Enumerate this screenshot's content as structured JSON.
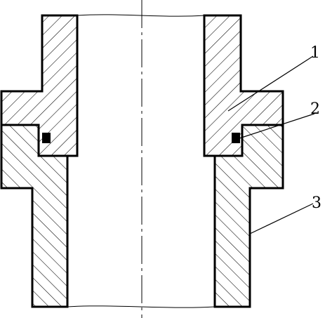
{
  "diagram": {
    "kind": "mechanical cross-section of a pipe coupling",
    "callouts": [
      {
        "id": "callout-1",
        "label": "1"
      },
      {
        "id": "callout-2",
        "label": "2"
      },
      {
        "id": "callout-3",
        "label": "3"
      }
    ],
    "colors": {
      "outline": "#000000",
      "hatch": "#000000",
      "background": "#ffffff",
      "seal": "#000000"
    }
  }
}
